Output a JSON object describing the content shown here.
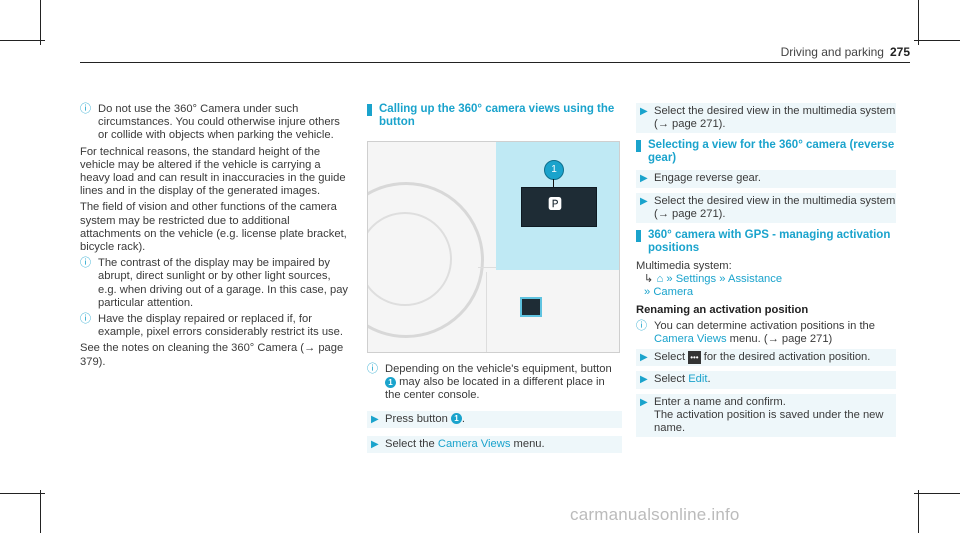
{
  "header": {
    "section": "Driving and parking",
    "page": "275"
  },
  "col1": {
    "note1": "Do not use the 360° Camera under such circumstances. You could otherwise injure others or collide with objects when parking the vehicle.",
    "para1": "For technical reasons, the standard height of the vehicle may be altered if the vehicle is carrying a heavy load and can result in inaccuracies in the guide lines and in the display of the generated images.",
    "para2": "The field of vision and other functions of the camera system may be restricted due to additional attachments on the vehicle (e.g. license plate bracket, bicycle rack).",
    "note2": "The contrast of the display may be impaired by abrupt, direct sunlight or by other light sources, e.g. when driving out of a garage. In this case, pay particular attention.",
    "note3": "Have the display repaired or replaced if, for example, pixel errors considerably restrict its use.",
    "para3": "See the notes on cleaning the 360° Camera (→ page 379)."
  },
  "col2": {
    "heading": "Calling up the 360° camera views using the button",
    "callout": "1",
    "note_pre": "Depending on the vehicle's equipment, button",
    "note_badge": "1",
    "note_post": "may also be located in a different place in the center console.",
    "step1_pre": "Press button",
    "step1_badge": "1",
    "step1_post": ".",
    "step2_pre": "Select the",
    "step2_link": "Camera Views",
    "step2_post": "menu."
  },
  "col3": {
    "step1": "Select the desired view in the multimedia system (→ page 271).",
    "heading1": "Selecting a view for the 360° camera (reverse gear)",
    "step2": "Engage reverse gear.",
    "step3": "Select the desired view in the multimedia system (→ page 271).",
    "heading2": "360° camera with GPS - managing activation positions",
    "ms_label": "Multimedia system:",
    "path_settings": "Settings",
    "path_assistance": "Assistance",
    "path_camera": "Camera",
    "subhead": "Renaming an activation position",
    "note_pre": "You can determine activation positions in the",
    "note_link": "Camera Views",
    "note_post": "menu. (→ page 271)",
    "step4_pre": "Select",
    "step4_post": "for the desired activation position.",
    "step5_pre": "Select",
    "step5_link": "Edit",
    "step5_post": ".",
    "step6": "Enter a name and confirm.",
    "step6b": "The activation position is saved under the new name."
  },
  "watermark": "carmanualsonline.info",
  "colors": {
    "accent": "#1aa3cc",
    "panel": "#bfe9f4",
    "step_bg": "#eef7fa"
  }
}
